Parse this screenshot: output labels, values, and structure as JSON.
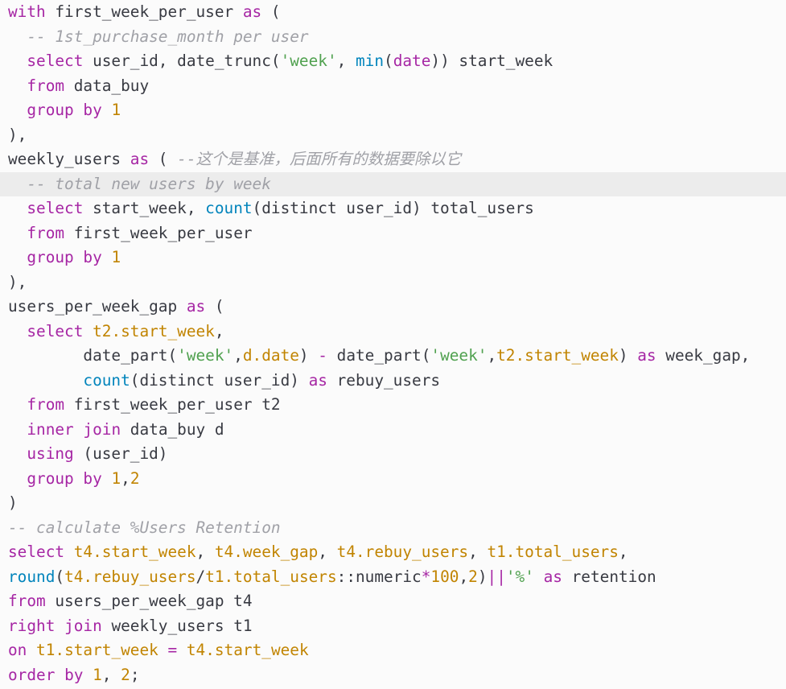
{
  "editor": {
    "active_line": 7,
    "colors": {
      "background": "#fbfbfb",
      "active_line": "#ececec",
      "keyword": "#a626a4",
      "function": "#0184bc",
      "string": "#50a14f",
      "number": "#c18401",
      "comment": "#a0a1a7",
      "plain": "#383a42"
    },
    "lines": [
      [
        [
          "kw",
          "with"
        ],
        [
          "pl",
          " first_week_per_user "
        ],
        [
          "kw",
          "as"
        ],
        [
          "pl",
          " ("
        ]
      ],
      [
        [
          "pl",
          "  "
        ],
        [
          "cm",
          "-- 1st_purchase_month per user"
        ]
      ],
      [
        [
          "pl",
          "  "
        ],
        [
          "kw",
          "select"
        ],
        [
          "pl",
          " user_id, date_trunc("
        ],
        [
          "str",
          "'week'"
        ],
        [
          "pl",
          ", "
        ],
        [
          "fn",
          "min"
        ],
        [
          "pl",
          "("
        ],
        [
          "kw",
          "date"
        ],
        [
          "pl",
          ")) start_week"
        ]
      ],
      [
        [
          "pl",
          "  "
        ],
        [
          "kw",
          "from"
        ],
        [
          "pl",
          " data_buy"
        ]
      ],
      [
        [
          "pl",
          "  "
        ],
        [
          "kw",
          "group"
        ],
        [
          "pl",
          " "
        ],
        [
          "kw",
          "by"
        ],
        [
          "pl",
          " "
        ],
        [
          "num",
          "1"
        ]
      ],
      [
        [
          "pl",
          "),"
        ]
      ],
      [
        [
          "pl",
          "weekly_users "
        ],
        [
          "kw",
          "as"
        ],
        [
          "pl",
          " ( "
        ],
        [
          "cm",
          "--这个是基准，后面所有的数据要除以它"
        ]
      ],
      [
        [
          "pl",
          "  "
        ],
        [
          "cm",
          "-- total new users by week"
        ]
      ],
      [
        [
          "pl",
          "  "
        ],
        [
          "kw",
          "select"
        ],
        [
          "pl",
          " start_week, "
        ],
        [
          "fn",
          "count"
        ],
        [
          "pl",
          "(distinct user_id) total_users"
        ]
      ],
      [
        [
          "pl",
          "  "
        ],
        [
          "kw",
          "from"
        ],
        [
          "pl",
          " first_week_per_user"
        ]
      ],
      [
        [
          "pl",
          "  "
        ],
        [
          "kw",
          "group"
        ],
        [
          "pl",
          " "
        ],
        [
          "kw",
          "by"
        ],
        [
          "pl",
          " "
        ],
        [
          "num",
          "1"
        ]
      ],
      [
        [
          "pl",
          "),"
        ]
      ],
      [
        [
          "pl",
          "users_per_week_gap "
        ],
        [
          "kw",
          "as"
        ],
        [
          "pl",
          " ("
        ]
      ],
      [
        [
          "pl",
          "  "
        ],
        [
          "kw",
          "select"
        ],
        [
          "pl",
          " "
        ],
        [
          "fld",
          "t2.start_week"
        ],
        [
          "pl",
          ","
        ]
      ],
      [
        [
          "pl",
          "        date_part("
        ],
        [
          "str",
          "'week'"
        ],
        [
          "pl",
          ","
        ],
        [
          "fld",
          "d.date"
        ],
        [
          "pl",
          ") "
        ],
        [
          "op",
          "-"
        ],
        [
          "pl",
          " date_part("
        ],
        [
          "str",
          "'week'"
        ],
        [
          "pl",
          ","
        ],
        [
          "fld",
          "t2.start_week"
        ],
        [
          "pl",
          ") "
        ],
        [
          "kw",
          "as"
        ],
        [
          "pl",
          " week_gap,"
        ]
      ],
      [
        [
          "pl",
          "        "
        ],
        [
          "fn",
          "count"
        ],
        [
          "pl",
          "(distinct user_id) "
        ],
        [
          "kw",
          "as"
        ],
        [
          "pl",
          " rebuy_users"
        ]
      ],
      [
        [
          "pl",
          "  "
        ],
        [
          "kw",
          "from"
        ],
        [
          "pl",
          " first_week_per_user t2"
        ]
      ],
      [
        [
          "pl",
          "  "
        ],
        [
          "kw",
          "inner"
        ],
        [
          "pl",
          " "
        ],
        [
          "kw",
          "join"
        ],
        [
          "pl",
          " data_buy d"
        ]
      ],
      [
        [
          "pl",
          "  "
        ],
        [
          "kw",
          "using"
        ],
        [
          "pl",
          " (user_id)"
        ]
      ],
      [
        [
          "pl",
          "  "
        ],
        [
          "kw",
          "group"
        ],
        [
          "pl",
          " "
        ],
        [
          "kw",
          "by"
        ],
        [
          "pl",
          " "
        ],
        [
          "num",
          "1"
        ],
        [
          "pl",
          ","
        ],
        [
          "num",
          "2"
        ]
      ],
      [
        [
          "pl",
          ")"
        ]
      ],
      [
        [
          "cm",
          "-- calculate %Users Retention"
        ]
      ],
      [
        [
          "kw",
          "select"
        ],
        [
          "pl",
          " "
        ],
        [
          "fld",
          "t4.start_week"
        ],
        [
          "pl",
          ", "
        ],
        [
          "fld",
          "t4.week_gap"
        ],
        [
          "pl",
          ", "
        ],
        [
          "fld",
          "t4.rebuy_users"
        ],
        [
          "pl",
          ", "
        ],
        [
          "fld",
          "t1.total_users"
        ],
        [
          "pl",
          ","
        ]
      ],
      [
        [
          "fn",
          "round"
        ],
        [
          "pl",
          "("
        ],
        [
          "fld",
          "t4.rebuy_users"
        ],
        [
          "pl",
          "/"
        ],
        [
          "fld",
          "t1.total_users"
        ],
        [
          "pl",
          "::numeric"
        ],
        [
          "op",
          "*"
        ],
        [
          "num",
          "100"
        ],
        [
          "pl",
          ","
        ],
        [
          "num",
          "2"
        ],
        [
          "pl",
          ")"
        ],
        [
          "op",
          "||"
        ],
        [
          "str",
          "'%'"
        ],
        [
          "pl",
          " "
        ],
        [
          "kw",
          "as"
        ],
        [
          "pl",
          " retention"
        ]
      ],
      [
        [
          "kw",
          "from"
        ],
        [
          "pl",
          " users_per_week_gap t4"
        ]
      ],
      [
        [
          "kw",
          "right"
        ],
        [
          "pl",
          " "
        ],
        [
          "kw",
          "join"
        ],
        [
          "pl",
          " weekly_users t1"
        ]
      ],
      [
        [
          "kw",
          "on"
        ],
        [
          "pl",
          " "
        ],
        [
          "fld",
          "t1.start_week"
        ],
        [
          "pl",
          " "
        ],
        [
          "op",
          "="
        ],
        [
          "pl",
          " "
        ],
        [
          "fld",
          "t4.start_week"
        ]
      ],
      [
        [
          "kw",
          "order"
        ],
        [
          "pl",
          " "
        ],
        [
          "kw",
          "by"
        ],
        [
          "pl",
          " "
        ],
        [
          "num",
          "1"
        ],
        [
          "pl",
          ", "
        ],
        [
          "num",
          "2"
        ],
        [
          "pl",
          ";"
        ]
      ]
    ]
  }
}
